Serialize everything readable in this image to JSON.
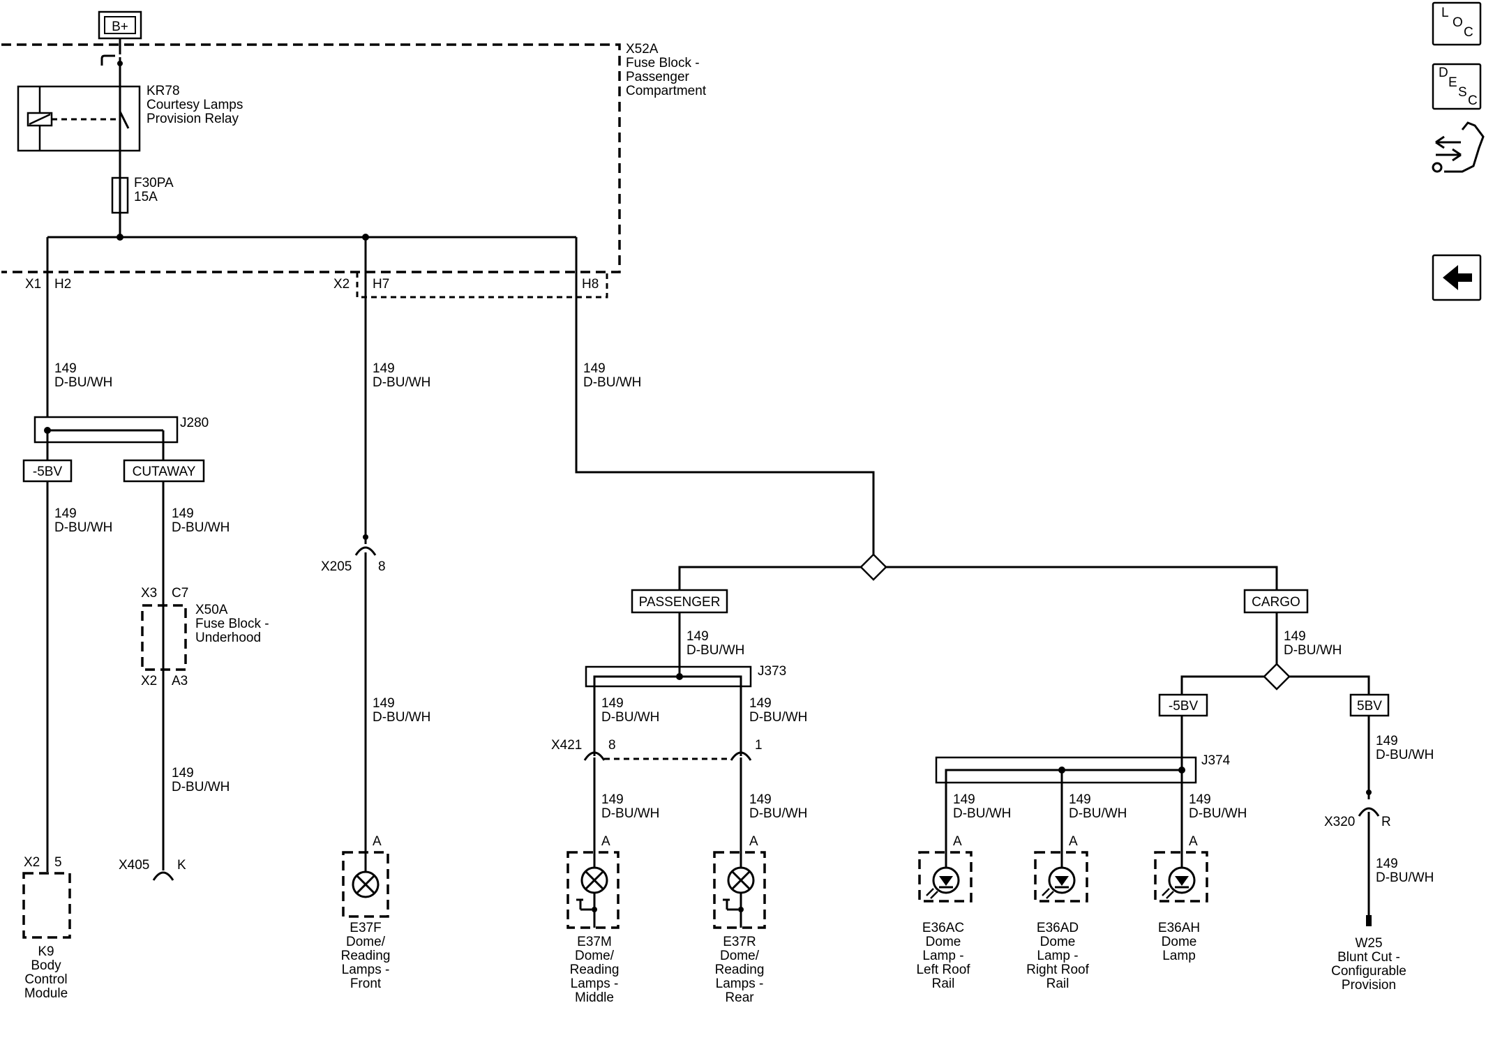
{
  "power": {
    "label": "B+"
  },
  "fuse_block_pass": {
    "id": "X52A",
    "line1": "Fuse Block -",
    "line2": "Passenger",
    "line3": "Compartment"
  },
  "relay": {
    "id": "KR78",
    "line1": "Courtesy Lamps",
    "line2": "Provision Relay"
  },
  "fuse": {
    "id": "F30PA",
    "rating": "15A"
  },
  "connectors": {
    "x1": "X1",
    "h2": "H2",
    "x2": "X2",
    "h7": "H7",
    "h8": "H8",
    "x205": "X205",
    "x205_pin": "8",
    "x3": "X3",
    "c7": "C7",
    "x2b": "X2",
    "a3": "A3",
    "x405": "X405",
    "x405_pin": "K",
    "x421": "X421",
    "x421_pin8": "8",
    "x421_pin1": "1",
    "x320": "X320",
    "x320_pin": "R",
    "k9_x2": "X2",
    "k9_pin": "5",
    "pin_a": "A"
  },
  "wire": {
    "circuit": "149",
    "color": "D-BU/WH"
  },
  "splices": {
    "j280": "J280",
    "j373": "J373",
    "j374": "J374"
  },
  "options": {
    "neg5bv": "-5BV",
    "cutaway": "CUTAWAY",
    "passenger": "PASSENGER",
    "cargo": "CARGO",
    "neg5bv2": "-5BV",
    "pos5bv": "5BV"
  },
  "fuse_block_under": {
    "id": "X50A",
    "line1": "Fuse Block -",
    "line2": "Underhood"
  },
  "components": {
    "k9": {
      "id": "K9",
      "l1": "Body",
      "l2": "Control",
      "l3": "Module"
    },
    "e37f": {
      "id": "E37F",
      "l1": "Dome/",
      "l2": "Reading",
      "l3": "Lamps -",
      "l4": "Front"
    },
    "e37m": {
      "id": "E37M",
      "l1": "Dome/",
      "l2": "Reading",
      "l3": "Lamps -",
      "l4": "Middle"
    },
    "e37r": {
      "id": "E37R",
      "l1": "Dome/",
      "l2": "Reading",
      "l3": "Lamps -",
      "l4": "Rear"
    },
    "e36ac": {
      "id": "E36AC",
      "l1": "Dome",
      "l2": "Lamp -",
      "l3": "Left Roof",
      "l4": "Rail"
    },
    "e36ad": {
      "id": "E36AD",
      "l1": "Dome",
      "l2": "Lamp -",
      "l3": "Right Roof",
      "l4": "Rail"
    },
    "e36ah": {
      "id": "E36AH",
      "l1": "Dome",
      "l2": "Lamp"
    },
    "w25": {
      "id": "W25",
      "l1": "Blunt Cut -",
      "l2": "Configurable",
      "l3": "Provision"
    }
  },
  "sidebar": {
    "loc": [
      "L",
      "O",
      "C"
    ],
    "desc": [
      "D",
      "E",
      "S",
      "C"
    ]
  }
}
